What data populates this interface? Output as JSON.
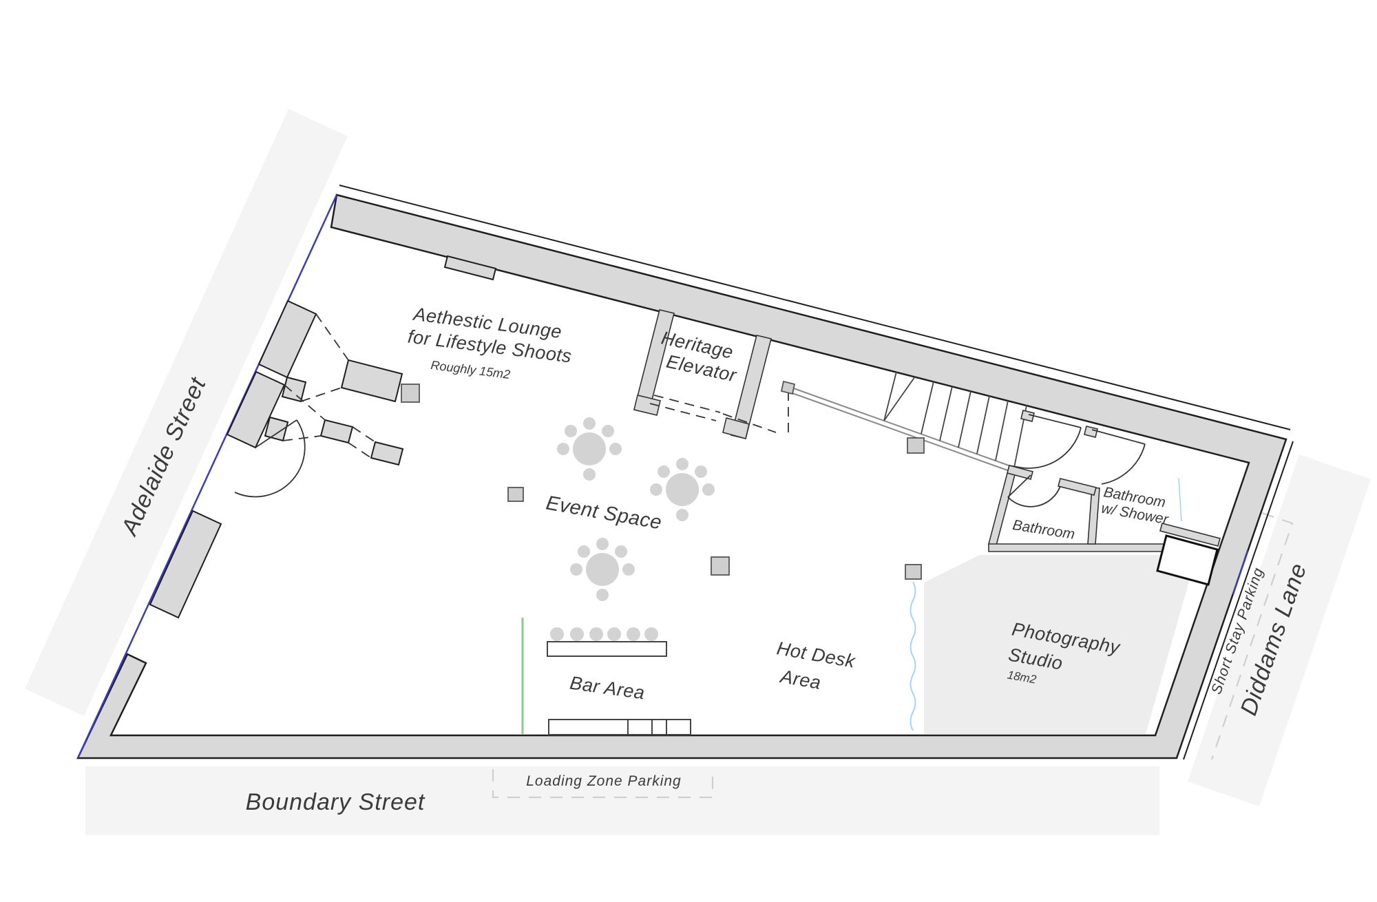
{
  "floorplan": {
    "rooms": {
      "lounge": {
        "line1": "Aethestic Lounge",
        "line2": "for Lifestyle Shoots",
        "area": "Roughly 15m2"
      },
      "elevator": {
        "line1": "Heritage",
        "line2": "Elevator"
      },
      "event_space": {
        "label": "Event Space"
      },
      "bar": {
        "label": "Bar Area"
      },
      "hot_desk": {
        "line1": "Hot Desk",
        "line2": "Area"
      },
      "studio": {
        "line1": "Photography",
        "line2": "Studio",
        "area": "18m2"
      },
      "bathroom": {
        "label": "Bathroom"
      },
      "bathroom_shower": {
        "line1": "Bathroom",
        "line2": "w/ Shower"
      }
    },
    "streets": {
      "adelaide": "Adelaide Street",
      "boundary": "Boundary Street",
      "diddams": "Diddams Lane"
    },
    "parking": {
      "loading_zone": "Loading Zone Parking",
      "short_stay": "Short Stay Parking"
    },
    "colors": {
      "wall_fill": "#d9d9d9",
      "wall_stroke": "#1f1f1f",
      "boundary_line": "#3c3cb4",
      "curtain": "#a9d3f2",
      "door_marker": "#8cc98c",
      "street_band": "#f4f4f4",
      "street_text": "#9b9b9b",
      "parking_text": "#c7c7c7",
      "studio_floor": "#ededed"
    }
  }
}
